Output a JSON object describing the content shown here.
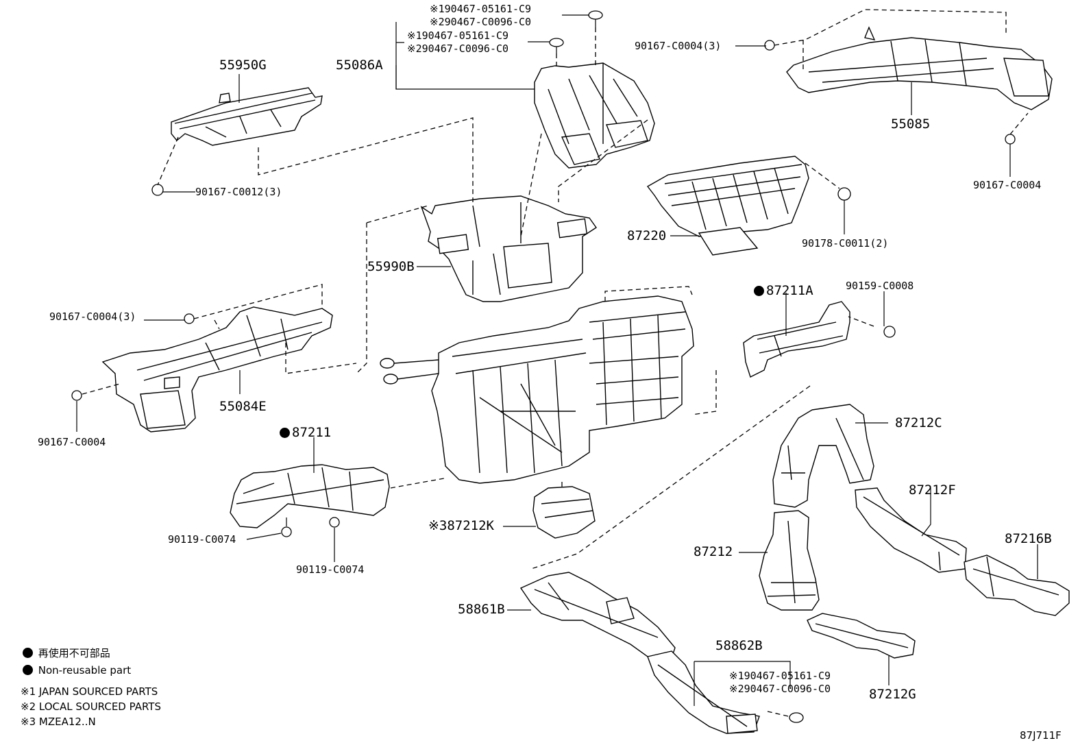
{
  "diagram": {
    "code": "87J711F",
    "labels": {
      "p55950G": "55950G",
      "p55086A": "55086A",
      "n1": "※190467-05161-C9",
      "n2": "※290467-C0096-C0",
      "n3": "※190467-05161-C9",
      "n4": "※290467-C0096-C0",
      "p55085": "55085",
      "b90167_c0004_3a": "90167-C0004(3)",
      "b90167_c0004_r": "90167-C0004",
      "b90167_c0012": "90167-C0012(3)",
      "p87220": "87220",
      "b90178": "90178-C0011(2)",
      "p55990B": "55990B",
      "p87211A": "87211A",
      "b90159": "90159-C0008",
      "b90167_c0004_3b": "90167-C0004(3)",
      "p55084E": "55084E",
      "b90167_c0004_l": "90167-C0004",
      "p87211": "87211",
      "p87212C": "87212C",
      "p87212F": "87212F",
      "p87216B": "87216B",
      "b90119_a": "90119-C0074",
      "b90119_b": "90119-C0074",
      "p87212K": "※387212K",
      "p87212": "87212",
      "p58861B": "58861B",
      "p58862B": "58862B",
      "n5": "※190467-05161-C9",
      "n6": "※290467-C0096-C0",
      "p87212G": "87212G"
    },
    "legend": {
      "jp": "再使用不可部品",
      "en": "Non-reusable part",
      "note1": "※1 JAPAN SOURCED PARTS",
      "note2": "※2 LOCAL SOURCED PARTS",
      "note3": "※3 MZEA12..N"
    }
  }
}
